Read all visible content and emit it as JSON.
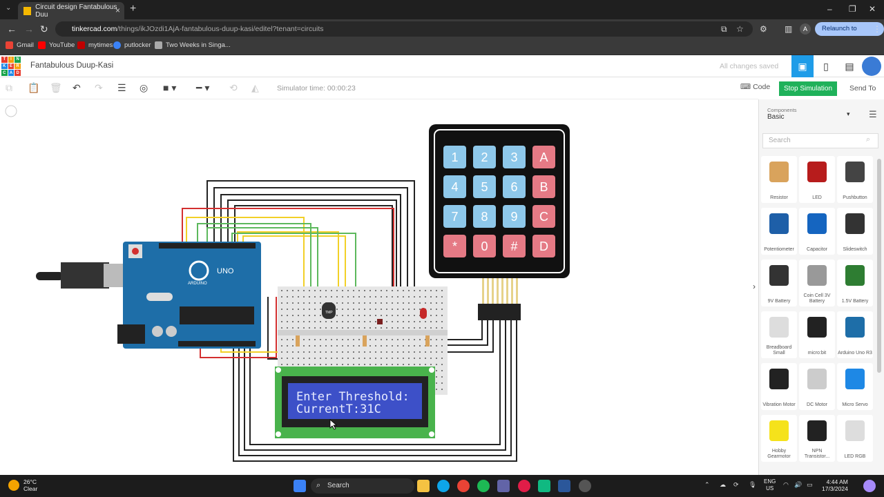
{
  "browser": {
    "tab_title": "Circuit design Fantabulous Duu",
    "url_host": "tinkercad.com",
    "url_path": "/things/ikJOzdi1AjA-fantabulous-duup-kasi/editel?tenant=circuits",
    "relaunch_label": "Relaunch to update",
    "profile_initial": "A",
    "bookmarks": [
      {
        "label": "Gmail",
        "color": "#ea4335"
      },
      {
        "label": "YouTube",
        "color": "#ff0000"
      },
      {
        "label": "mytimes",
        "color": "#c00000"
      },
      {
        "label": "putlocker",
        "color": "#3b82f6"
      },
      {
        "label": "Two Weeks in Singa...",
        "color": "#aaaaaa"
      }
    ]
  },
  "app": {
    "logo_letters": [
      "TIN",
      "KER",
      "CAD"
    ],
    "project_name": "Fantabulous Duup-Kasi",
    "save_status": "All changes saved",
    "simulator_time": "Simulator time: 00:00:23",
    "code_label": "Code",
    "stop_label": "Stop Simulation",
    "send_label": "Send To"
  },
  "panel": {
    "components_label": "Components",
    "components_value": "Basic",
    "search_placeholder": "Search",
    "items": [
      {
        "label": "Resistor"
      },
      {
        "label": "LED"
      },
      {
        "label": "Pushbutton"
      },
      {
        "label": "Potentiometer"
      },
      {
        "label": "Capacitor"
      },
      {
        "label": "Slideswitch"
      },
      {
        "label": "9V Battery"
      },
      {
        "label": "Coin Cell 3V Battery"
      },
      {
        "label": "1.5V Battery"
      },
      {
        "label": "Breadboard Small"
      },
      {
        "label": "micro:bit"
      },
      {
        "label": "Arduino Uno R3"
      },
      {
        "label": "Vibration Motor"
      },
      {
        "label": "DC Motor"
      },
      {
        "label": "Micro Servo"
      },
      {
        "label": "Hobby Gearmotor"
      },
      {
        "label": "NPN Transistor..."
      },
      {
        "label": "LED RGB"
      }
    ]
  },
  "circuit": {
    "lcd_line1": "Enter Threshold:",
    "lcd_line2": "CurrentT:31C",
    "keypad": [
      "1",
      "2",
      "3",
      "A",
      "4",
      "5",
      "6",
      "B",
      "7",
      "8",
      "9",
      "C",
      "*",
      "0",
      "#",
      "D"
    ],
    "arduino_label": "UNO",
    "arduino_brand": "ARDUINO",
    "sensor_label": "TMP"
  },
  "taskbar": {
    "temp": "26°C",
    "weather": "Clear",
    "search_label": "Search",
    "lang1": "ENG",
    "lang2": "US",
    "time": "4:44 AM",
    "date": "17/3/2024"
  }
}
